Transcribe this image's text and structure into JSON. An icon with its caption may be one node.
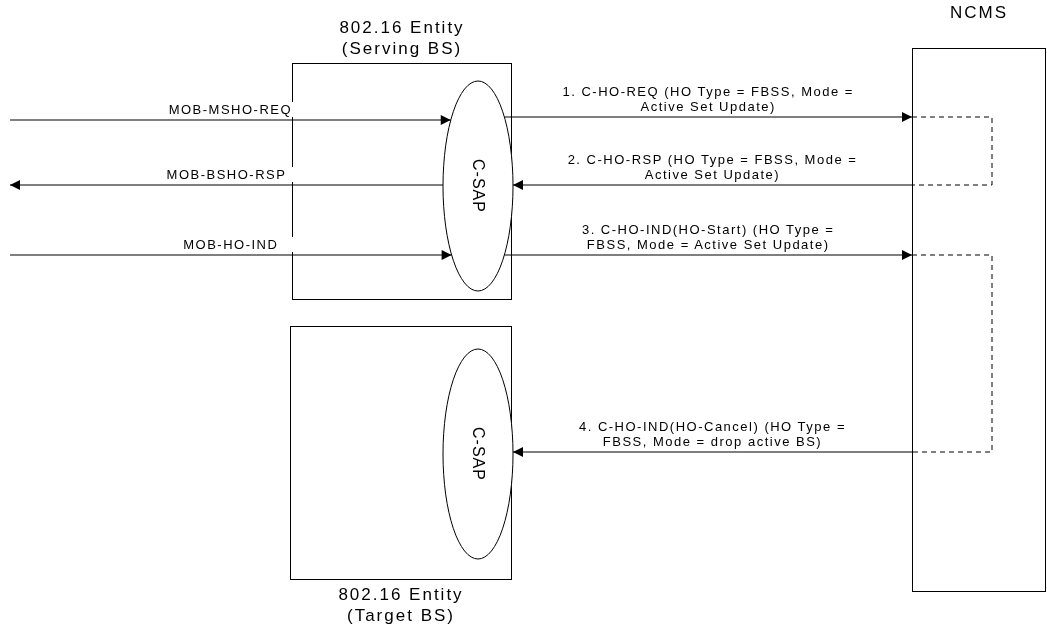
{
  "diagram": {
    "nodes": [
      {
        "text": [
          "802.16 Entity (Serving BS)"
        ]
      },
      {
        "text": [
          "C-SAP"
        ],
        "in": 0
      },
      {
        "text": [
          "802.16 Entity (Target BS)"
        ]
      },
      {
        "text": [
          "C-SAP"
        ],
        "in": 2
      },
      {
        "text": [
          "NCMS"
        ]
      }
    ],
    "edges": [
      {
        "from": null,
        "to": 1,
        "arrow": "to",
        "label": "MOB-MSHO-REQ"
      },
      {
        "from": 1,
        "to": null,
        "arrow": "to",
        "label": "MOB-BSHO-RSP"
      },
      {
        "from": null,
        "to": 1,
        "arrow": "to",
        "label": "MOB-HO-IND"
      },
      {
        "from": 1,
        "to": 4,
        "arrow": "to",
        "label": "1. C-HO-REQ (HO Type = FBSS, Mode = Active Set Update)"
      },
      {
        "from": 4,
        "to": 1,
        "arrow": "to",
        "label": "2. C-HO-RSP (HO Type = FBSS, Mode = Active Set Update)"
      },
      {
        "from": 1,
        "to": 4,
        "arrow": "to",
        "label": "3. C-HO-IND(HO-Start) (HO Type = FBSS, Mode = Active Set Update)"
      },
      {
        "from": 4,
        "to": 3,
        "arrow": "to",
        "label": "4. C-HO-IND(HO-Cancel) (HO Type = FBSS, Mode = drop active BS)"
      }
    ]
  }
}
